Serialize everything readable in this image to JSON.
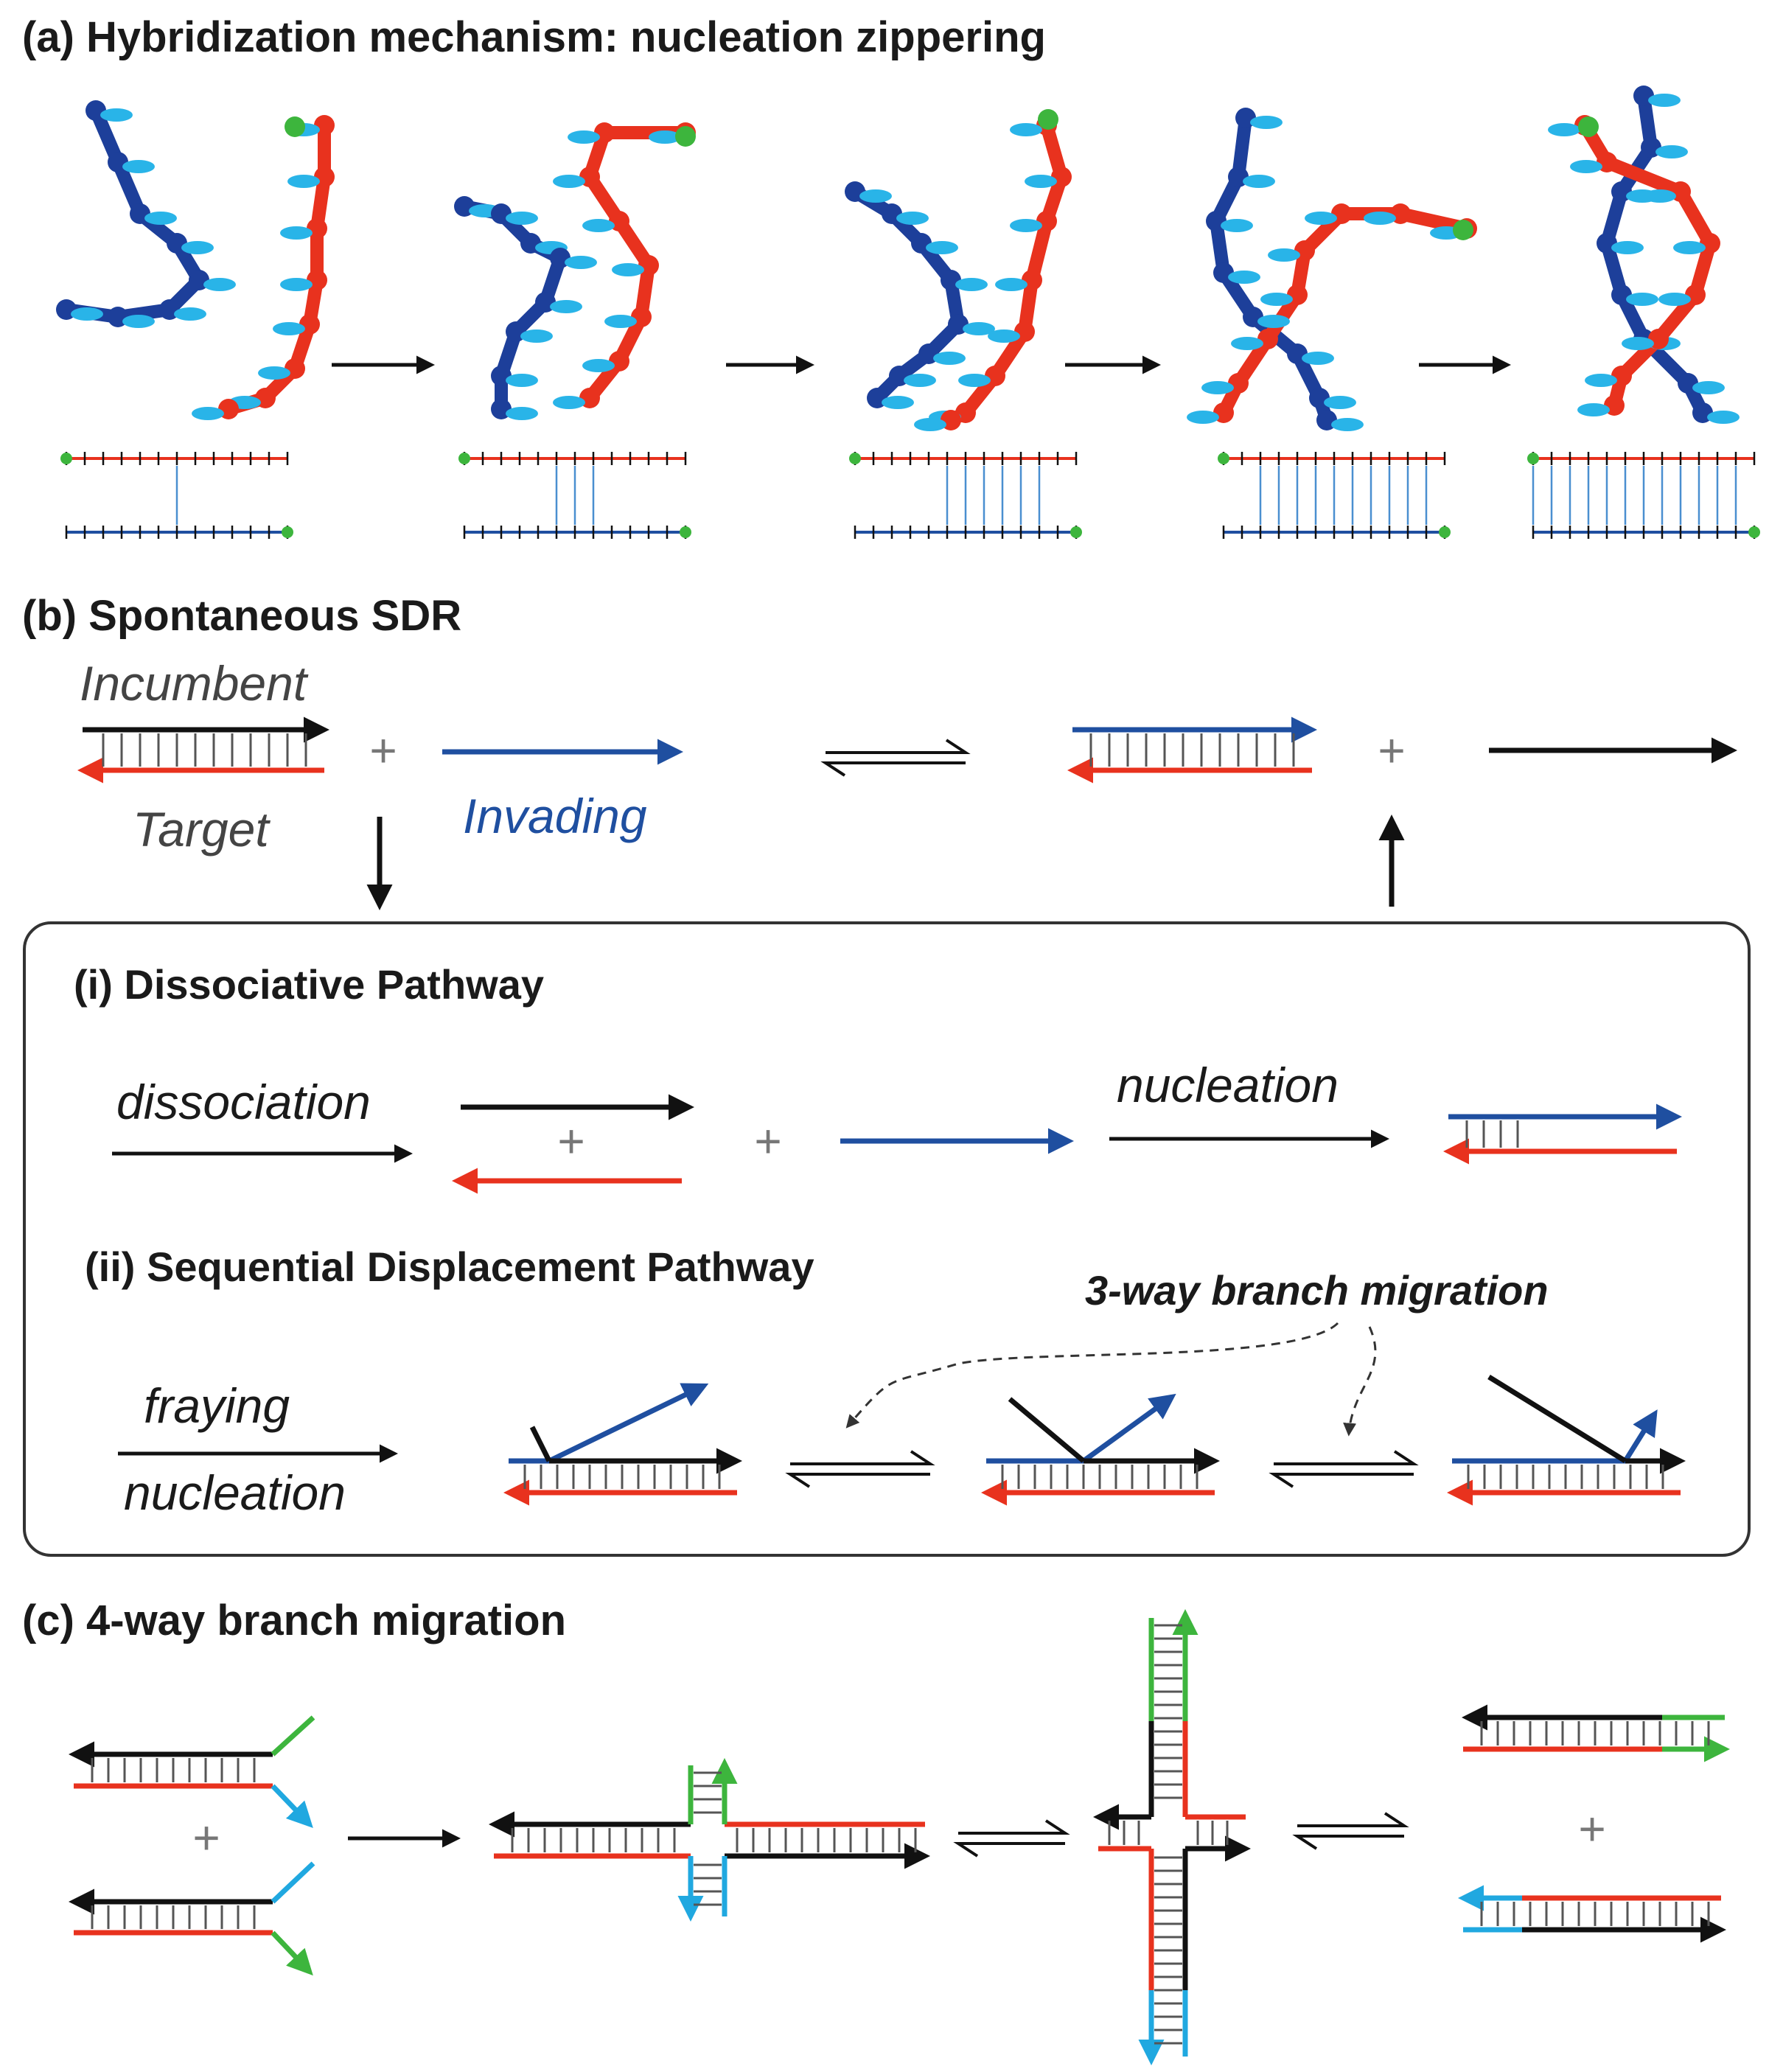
{
  "colors": {
    "red": "#e8321e",
    "black": "#111111",
    "blue": "#1f4fa0",
    "lightblue": "#20a8e0",
    "green": "#3db53d",
    "rungs": "#555555"
  },
  "panel_a": {
    "title": "(a)  Hybridization mechanism: nucleation zippering",
    "stages": [
      {
        "paired_rungs": 1
      },
      {
        "paired_rungs": 3
      },
      {
        "paired_rungs": 6
      },
      {
        "paired_rungs": 10
      },
      {
        "paired_rungs": 12
      }
    ]
  },
  "panel_b": {
    "title": "(b)  Spontaneous SDR",
    "incumbent_label": "Incumbent",
    "target_label": "Target",
    "invading_label": "Invading",
    "plus": "+",
    "pathway_i": {
      "title": "(i)  Dissociative Pathway",
      "dissociation_label": "dissociation",
      "nucleation_label": "nucleation"
    },
    "pathway_ii": {
      "title": "(ii)  Sequential Displacement Pathway",
      "fraying_label": "fraying",
      "nucleation_label": "nucleation",
      "branch_label": "3-way branch migration"
    }
  },
  "panel_c": {
    "title": "(c)  4-way branch migration",
    "plus": "+"
  }
}
